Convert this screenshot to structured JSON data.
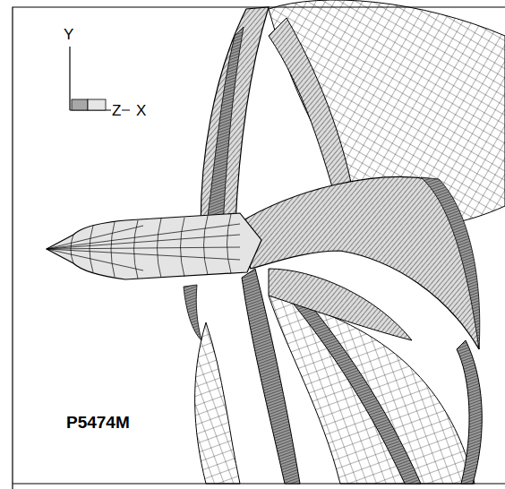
{
  "diagram": {
    "labels": [
      "Y",
      "Z",
      "X",
      "P5474M"
    ]
  }
}
